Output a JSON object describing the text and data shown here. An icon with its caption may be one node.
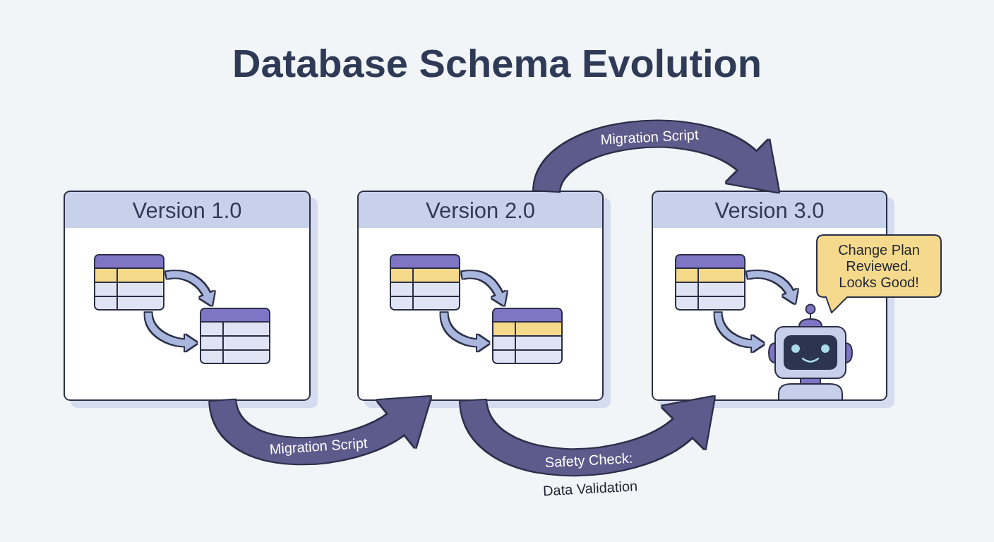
{
  "diagram": {
    "title": "Database Schema Evolution",
    "nodes": [
      {
        "text": [
          "Version 1.0"
        ]
      },
      {
        "text": [],
        "shape": "table",
        "in": 0
      },
      {
        "text": [],
        "shape": "table",
        "in": 0
      },
      {
        "text": [
          "Version 2.0"
        ]
      },
      {
        "text": [],
        "shape": "table",
        "in": 3
      },
      {
        "text": [],
        "shape": "table",
        "in": 3
      },
      {
        "text": [
          "Version 3.0"
        ]
      },
      {
        "text": [],
        "shape": "table",
        "in": 6
      },
      {
        "text": [],
        "shape": "robot",
        "in": 6
      },
      {
        "text": [
          "Change Plan Reviewed. Looks Good!"
        ]
      }
    ],
    "edges": [
      {
        "from": 0,
        "to": 3,
        "arrow": "to",
        "label": "Migration Script",
        "style": "thick",
        "color": "#5d5a8c"
      },
      {
        "from": 3,
        "to": 6,
        "arrow": "to",
        "label": "Migration Script",
        "style": "thick",
        "color": "#5d5a8c"
      },
      {
        "from": 3,
        "to": 6,
        "arrow": "to",
        "label": "Safety Check: Data Validation",
        "style": "thick",
        "color": "#5d5a8c"
      },
      {
        "from": 1,
        "to": 2,
        "arrow": "to"
      },
      {
        "from": 1,
        "to": 2,
        "arrow": "to"
      },
      {
        "from": 4,
        "to": 5,
        "arrow": "to"
      },
      {
        "from": 4,
        "to": 5,
        "arrow": "to"
      },
      {
        "from": 7,
        "to": 8,
        "arrow": "to"
      },
      {
        "from": 7,
        "to": 8,
        "arrow": "to"
      }
    ]
  }
}
